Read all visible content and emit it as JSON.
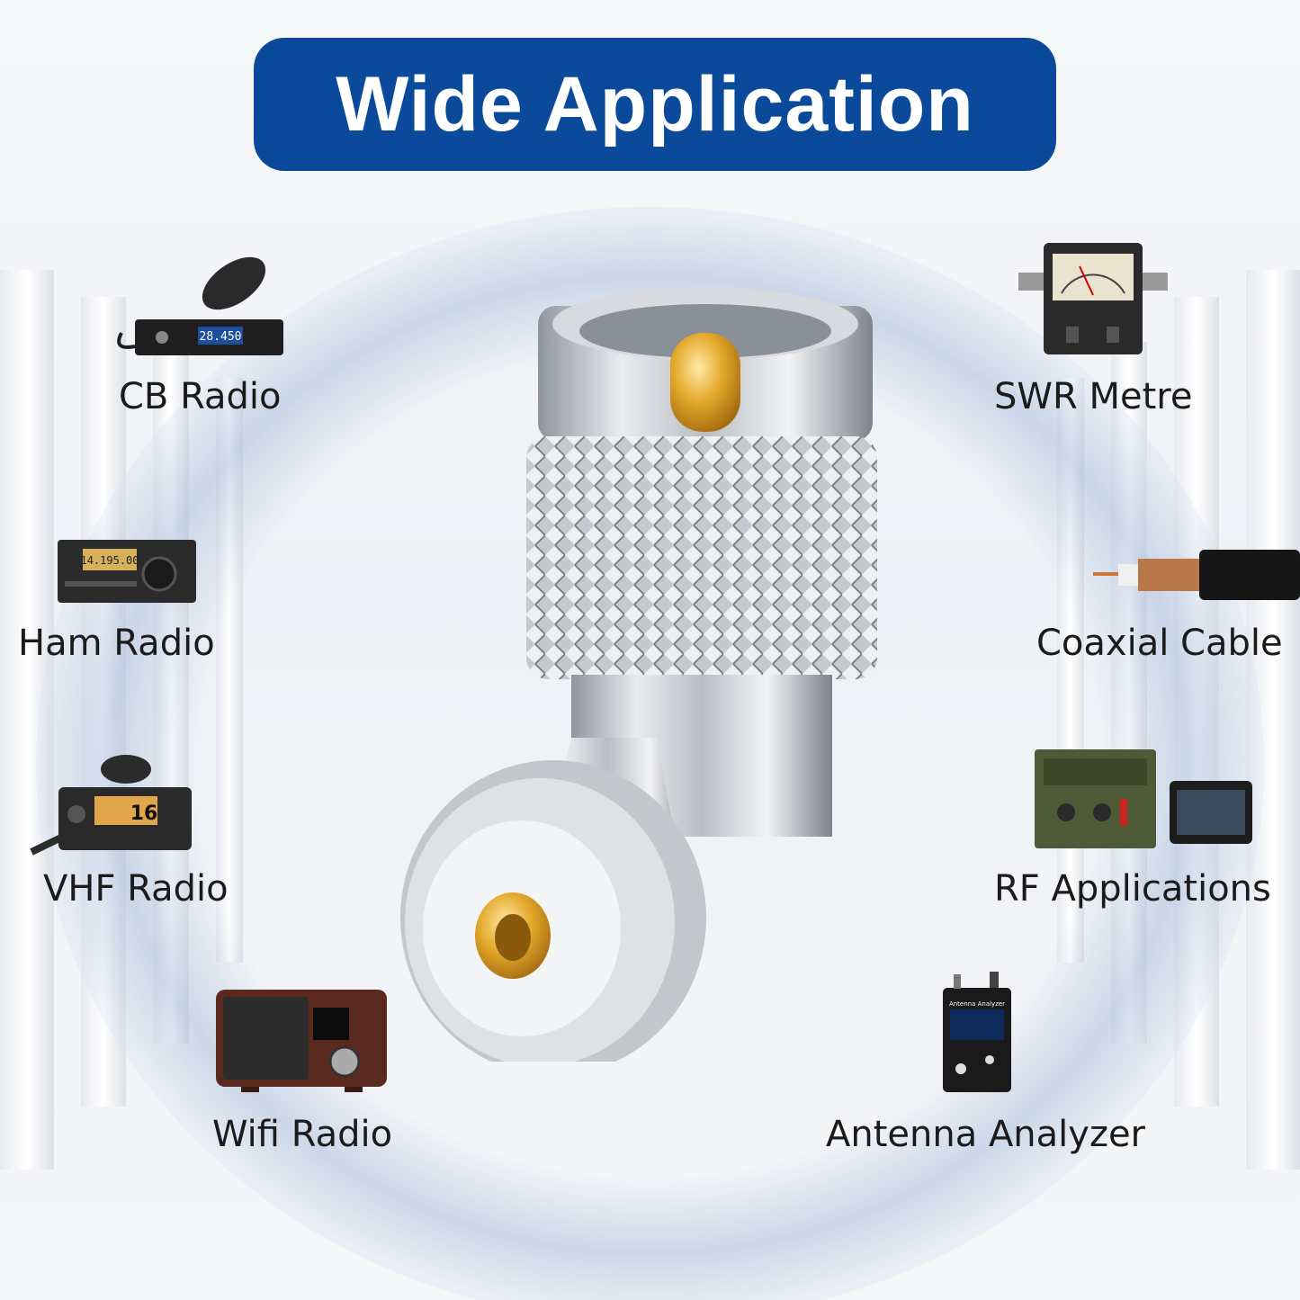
{
  "title": "Wide Application",
  "colors": {
    "title_bg": "#0b4a9b",
    "title_text": "#ffffff",
    "label_text": "#1b1b1b"
  },
  "applications": [
    {
      "label": "CB Radio",
      "icon": "cb-radio-icon"
    },
    {
      "label": "Ham Radio",
      "icon": "ham-radio-icon"
    },
    {
      "label": "VHF Radio",
      "icon": "vhf-radio-icon"
    },
    {
      "label": "Wifi Radio",
      "icon": "wifi-radio-icon"
    },
    {
      "label": "SWR Metre",
      "icon": "swr-meter-icon"
    },
    {
      "label": "Coaxial Cable",
      "icon": "coaxial-cable-icon"
    },
    {
      "label": "RF Applications",
      "icon": "rf-equipment-icon"
    },
    {
      "label": "Antenna Analyzer",
      "icon": "antenna-analyzer-icon"
    }
  ],
  "displays": {
    "cb": "28.450",
    "ham": "14.195.00",
    "vhf": "16",
    "analyzer": "Antenna Analyzer"
  }
}
